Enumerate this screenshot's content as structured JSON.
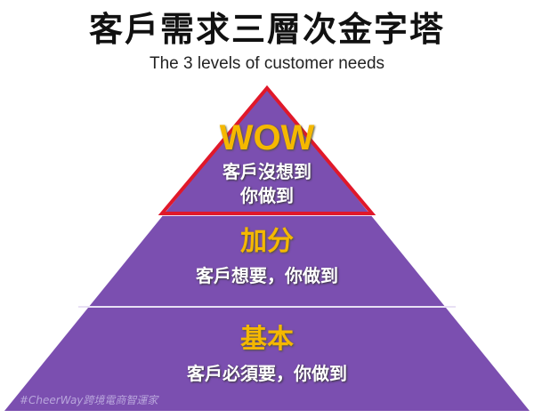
{
  "title": "客戶需求三層次金字塔",
  "subtitle": "The 3 levels of customer needs",
  "levels": {
    "top": {
      "label": "WOW",
      "line1": "客戶沒想到",
      "line2": "你做到"
    },
    "middle": {
      "label": "加分",
      "desc": "客戶想要，你做到"
    },
    "bottom": {
      "label": "基本",
      "desc": "客戶必須要，你做到"
    }
  },
  "watermark": "#CheerWay跨境電商智運家",
  "colors": {
    "pyramid": "#7b4fb0",
    "outline": "#e0182a",
    "label": "#f5b800"
  }
}
